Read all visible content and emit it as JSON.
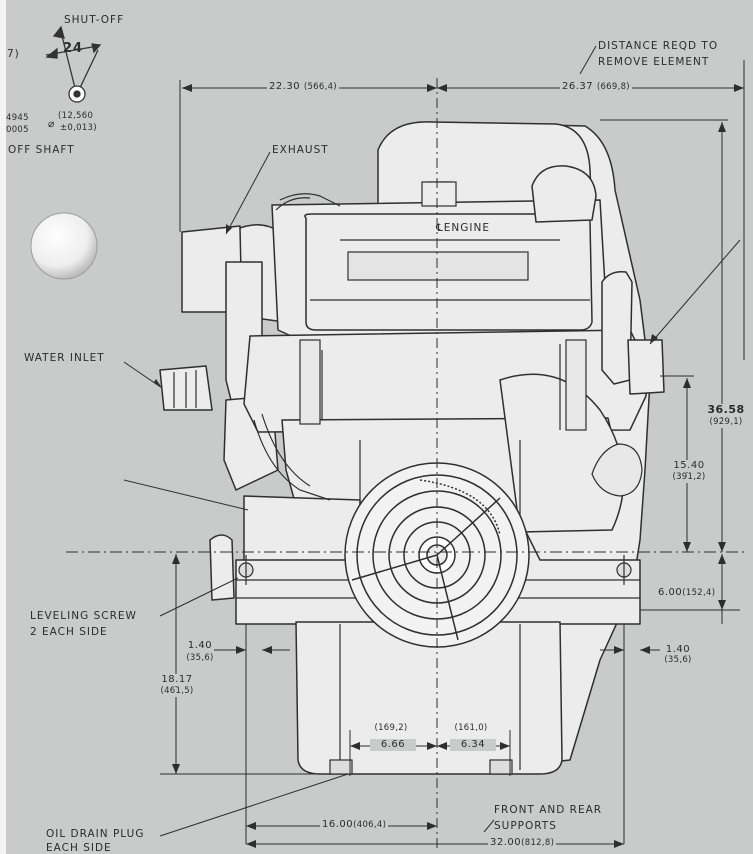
{
  "shutoff": {
    "label": "SHUT-OFF",
    "angle": "24",
    "edge_fragment": "7)",
    "dia_left_1": "4945",
    "dia_left_2": "0005",
    "dia_right_1": "(12,560",
    "dia_right_2": "±0,013)",
    "shaft": "OFF SHAFT"
  },
  "labels": {
    "exhaust": "EXHAUST",
    "engine": "℄ENGINE",
    "water_inlet": "WATER INLET",
    "distance_1": "DISTANCE REQD TO",
    "distance_2": "REMOVE ELEMENT",
    "leveling_1": "LEVELING SCREW",
    "leveling_2": "2 EACH SIDE",
    "oil_drain_1": "OIL DRAIN PLUG",
    "oil_drain_2": "EACH SIDE",
    "supports_1": "FRONT AND REAR",
    "supports_2": "SUPPORTS"
  },
  "dims": {
    "left_width": "22.30",
    "left_width_mm": "(566,4)",
    "right_width": "26.37",
    "right_width_mm": "(669,8)",
    "height": "36.58",
    "height_mm": "(929,1)",
    "upper": "15.40",
    "upper_mm": "(391,2)",
    "foot_height": "6.00",
    "foot_height_mm": "(152,4)",
    "left_offset": "1.40",
    "left_offset_mm": "(35,6)",
    "right_offset": "1.40",
    "right_offset_mm": "(35,6)",
    "base_height": "18.17",
    "base_height_mm": "(461,5)",
    "drain_left_mm": "(169,2)",
    "drain_left": "6.66",
    "drain_right_mm": "(161,0)",
    "drain_right": "6.34",
    "half_base": "16.00",
    "half_base_mm": "(406,4)",
    "full_base": "32.00",
    "full_base_mm": "(812,8)"
  }
}
